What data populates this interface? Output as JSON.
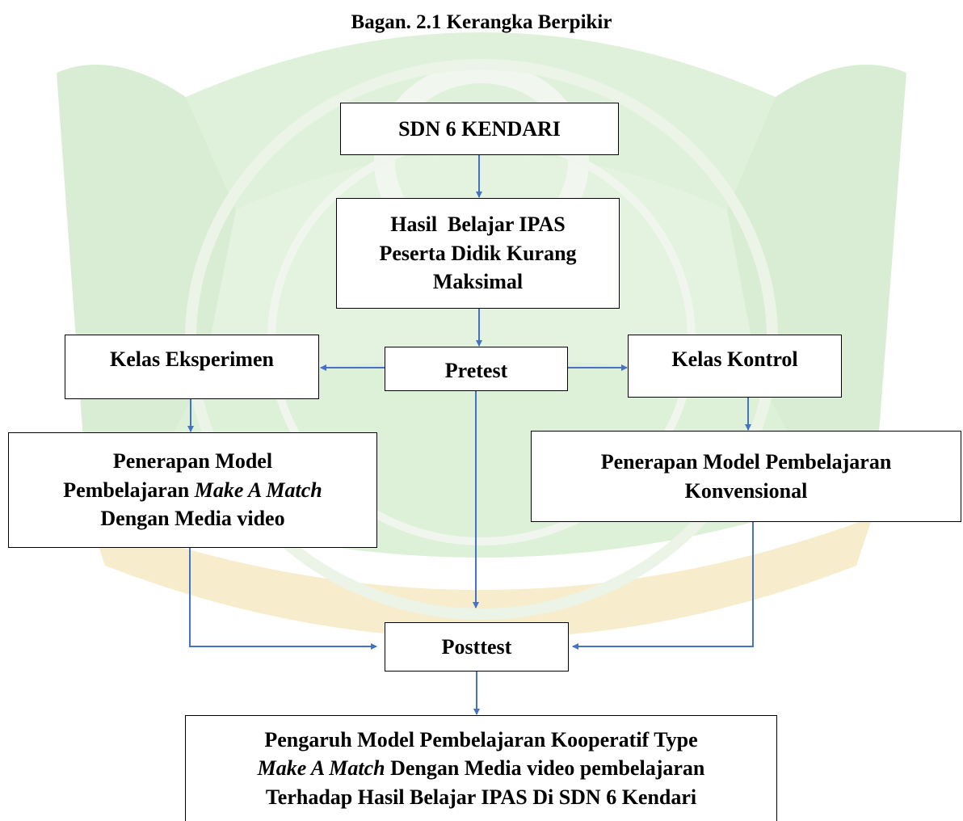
{
  "title": "Bagan. 2.1 Kerangka Berpikir",
  "colors": {
    "arrow": "#4472C4",
    "border": "#000000",
    "watermark_green": "#b9dfb0",
    "watermark_yellow": "#f2dfa6"
  },
  "nodes": {
    "sdn": {
      "text": "SDN 6 KENDARI"
    },
    "hasil": {
      "lines": [
        "Hasil  Belajar IPAS",
        "Peserta Didik Kurang",
        "Maksimal"
      ]
    },
    "pretest": {
      "text": "Pretest"
    },
    "eksperimen": {
      "text": "Kelas Eksperimen"
    },
    "kontrol": {
      "text": "Kelas Kontrol"
    },
    "penerapan_make": {
      "line1": "Penerapan Model",
      "line2_prefix": "Pembelajaran ",
      "line2_italic": "Make A Match",
      "line3": "Dengan Media video"
    },
    "penerapan_konv": {
      "lines": [
        "Penerapan Model Pembelajaran",
        "Konvensional"
      ]
    },
    "posttest": {
      "text": "Posttest"
    },
    "pengaruh": {
      "line1": "Pengaruh Model Pembelajaran Kooperatif Type",
      "line2_italic": "Make A Match",
      "line2_rest": " Dengan Media video pembelajaran",
      "line3": "Terhadap Hasil Belajar IPAS Di SDN 6 Kendari"
    }
  }
}
